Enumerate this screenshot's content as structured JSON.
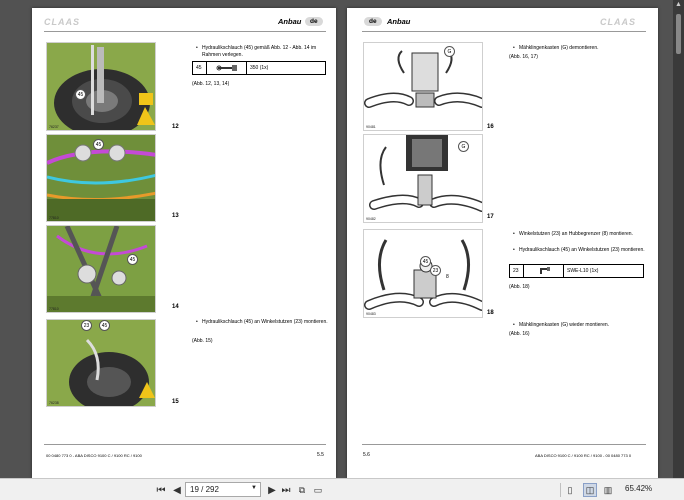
{
  "left_page": {
    "brand": "CLAAS",
    "section_title": "Anbau",
    "lang_badge": "de",
    "instruction_1": "Hydraulikschlauch (45) gemäß Abb. 12 - Abb. 14 im Rahmen verlegen.",
    "spec_row": {
      "pos": "45",
      "part": "350 (1x)"
    },
    "ref_1": "(Abb. 12, 13, 14)",
    "instruction_2": "Hydraulikschlauch (45) an Winkelstutzen (23) montieren.",
    "ref_2": "(Abb. 15)",
    "figures": [
      {
        "number": "12",
        "code": "76237",
        "callouts": [
          "45"
        ]
      },
      {
        "number": "13",
        "code": "77810",
        "callouts": [
          "45"
        ]
      },
      {
        "number": "14",
        "code": "77810",
        "callouts": [
          "45"
        ]
      },
      {
        "number": "15",
        "code": "76238",
        "callouts": [
          "23",
          "45"
        ]
      }
    ],
    "footer": "00 0480 773 0 - ABA DISCO 9100 C / 9100 RC / 9100",
    "page_number": "5.5"
  },
  "right_page": {
    "brand": "CLAAS",
    "section_title": "Anbau",
    "lang_badge": "de",
    "instruction_1": "Mähklingenkasten (G) demontieren.",
    "ref_1": "(Abb. 16, 17)",
    "instruction_2": "Winkelstutzen (23) an Hubbegrenzer (8) montieren.",
    "instruction_3": "Hydraulikschlauch (45) an Winkelstutzen (23) montieren.",
    "spec_row": {
      "pos": "23",
      "part": "SWE-L10 (1x)"
    },
    "ref_2": "(Abb. 18)",
    "instruction_4": "Mähklingenkasten (G) wieder montieren.",
    "ref_3": "(Abb. 16)",
    "figures": [
      {
        "number": "16",
        "code": "90481",
        "callouts": [
          "G"
        ]
      },
      {
        "number": "17",
        "code": "90482",
        "callouts": [
          "G"
        ]
      },
      {
        "number": "18",
        "code": "90483",
        "callouts": [
          "45",
          "23",
          "8"
        ]
      }
    ],
    "footer": "ABA DISCO 9100 C / 9100 RC / 9100 - 00 0480 773 0",
    "page_number": "5.6"
  },
  "toolbar": {
    "current_page": "19",
    "total_pages": "292",
    "page_label": "19 / 292",
    "zoom": "65.42%"
  },
  "colors": {
    "viewer_bg": "#525252",
    "toolbar_bg": "#f0f0f0",
    "brand_gray": "#c9c9c9"
  }
}
